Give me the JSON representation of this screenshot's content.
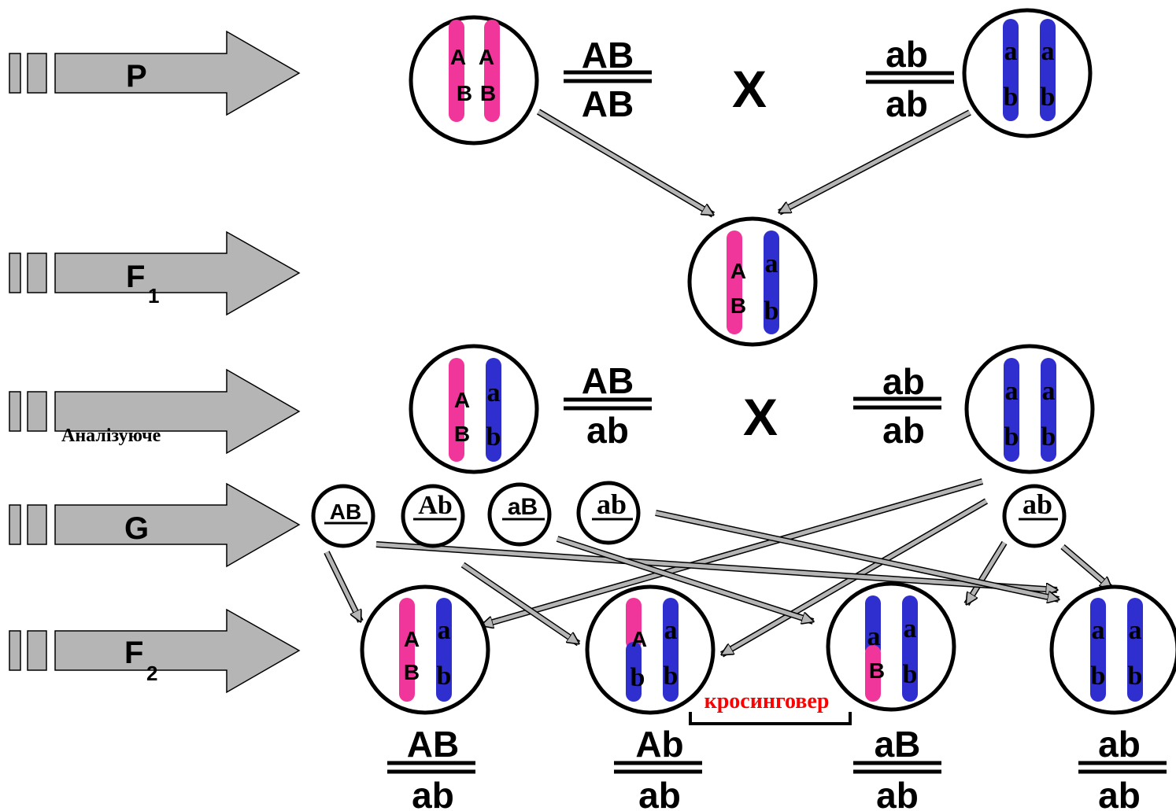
{
  "colors": {
    "maternal": "#f0359b",
    "paternal": "#2f2fd0",
    "arrow_fill": "#b5b5b5",
    "crossover_label": "#ff0000"
  },
  "rows": {
    "p": {
      "label": "P"
    },
    "f1": {
      "label": "F",
      "sub": "1"
    },
    "test": {
      "label": "Аналізуюче"
    },
    "g": {
      "label": "G"
    },
    "f2": {
      "label": "F",
      "sub": "2"
    }
  },
  "p": {
    "left_cell": {
      "c1": [
        "A",
        "B"
      ],
      "c2": [
        "A",
        "B"
      ]
    },
    "left_fraction": {
      "top": "AB",
      "bottom": "AB"
    },
    "cross": "X",
    "right_fraction": {
      "top": "ab",
      "bottom": "ab"
    },
    "right_cell": {
      "c1": [
        "a",
        "b"
      ],
      "c2": [
        "a",
        "b"
      ]
    }
  },
  "f1": {
    "cell": {
      "c1": [
        "A",
        "B"
      ],
      "c2": [
        "a",
        "b"
      ]
    }
  },
  "test": {
    "left_cell": {
      "c1": [
        "A",
        "B"
      ],
      "c2": [
        "a",
        "b"
      ]
    },
    "left_fraction": {
      "top": "AB",
      "bottom": "ab"
    },
    "cross": "X",
    "right_fraction": {
      "top": "ab",
      "bottom": "ab"
    },
    "right_cell": {
      "c1": [
        "a",
        "b"
      ],
      "c2": [
        "a",
        "b"
      ]
    }
  },
  "gametes": {
    "left": [
      "AB",
      "Ab",
      "aB",
      "ab"
    ],
    "right": "ab"
  },
  "f2": {
    "cells": [
      {
        "c1": [
          "A",
          "B"
        ],
        "c2": [
          "a",
          "b"
        ],
        "fraction": {
          "top": "AB",
          "bottom": "ab"
        }
      },
      {
        "c1": [
          "A",
          "b"
        ],
        "c2": [
          "a",
          "b"
        ],
        "fraction": {
          "top": "Ab",
          "bottom": "ab"
        }
      },
      {
        "c1": [
          "a",
          "B"
        ],
        "c2": [
          "a",
          "b"
        ],
        "fraction": {
          "top": "aB",
          "bottom": "ab"
        }
      },
      {
        "c1": [
          "a",
          "b"
        ],
        "c2": [
          "a",
          "b"
        ],
        "fraction": {
          "top": "ab",
          "bottom": "ab"
        }
      }
    ],
    "crossover_label": "кросинговер"
  }
}
